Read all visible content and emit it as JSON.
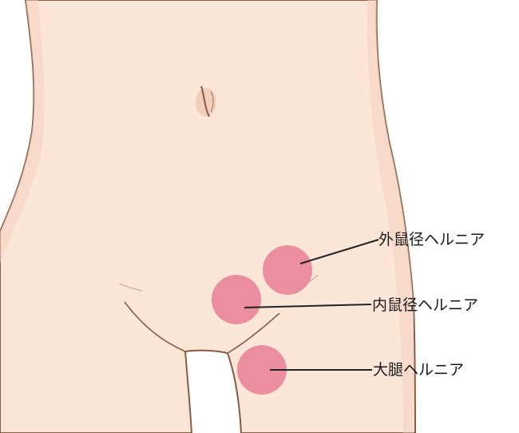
{
  "labels": {
    "external_inguinal": "外鼠径ヘルニア",
    "internal_inguinal": "内鼠径ヘルニア",
    "femoral": "大腿ヘルニア"
  },
  "colors": {
    "skin": "#fce6d8",
    "skin_shadow": "#f2cfbd",
    "outline": "#8a5a44",
    "hernia_fill": "#e9879a",
    "leader_line": "#222222"
  }
}
